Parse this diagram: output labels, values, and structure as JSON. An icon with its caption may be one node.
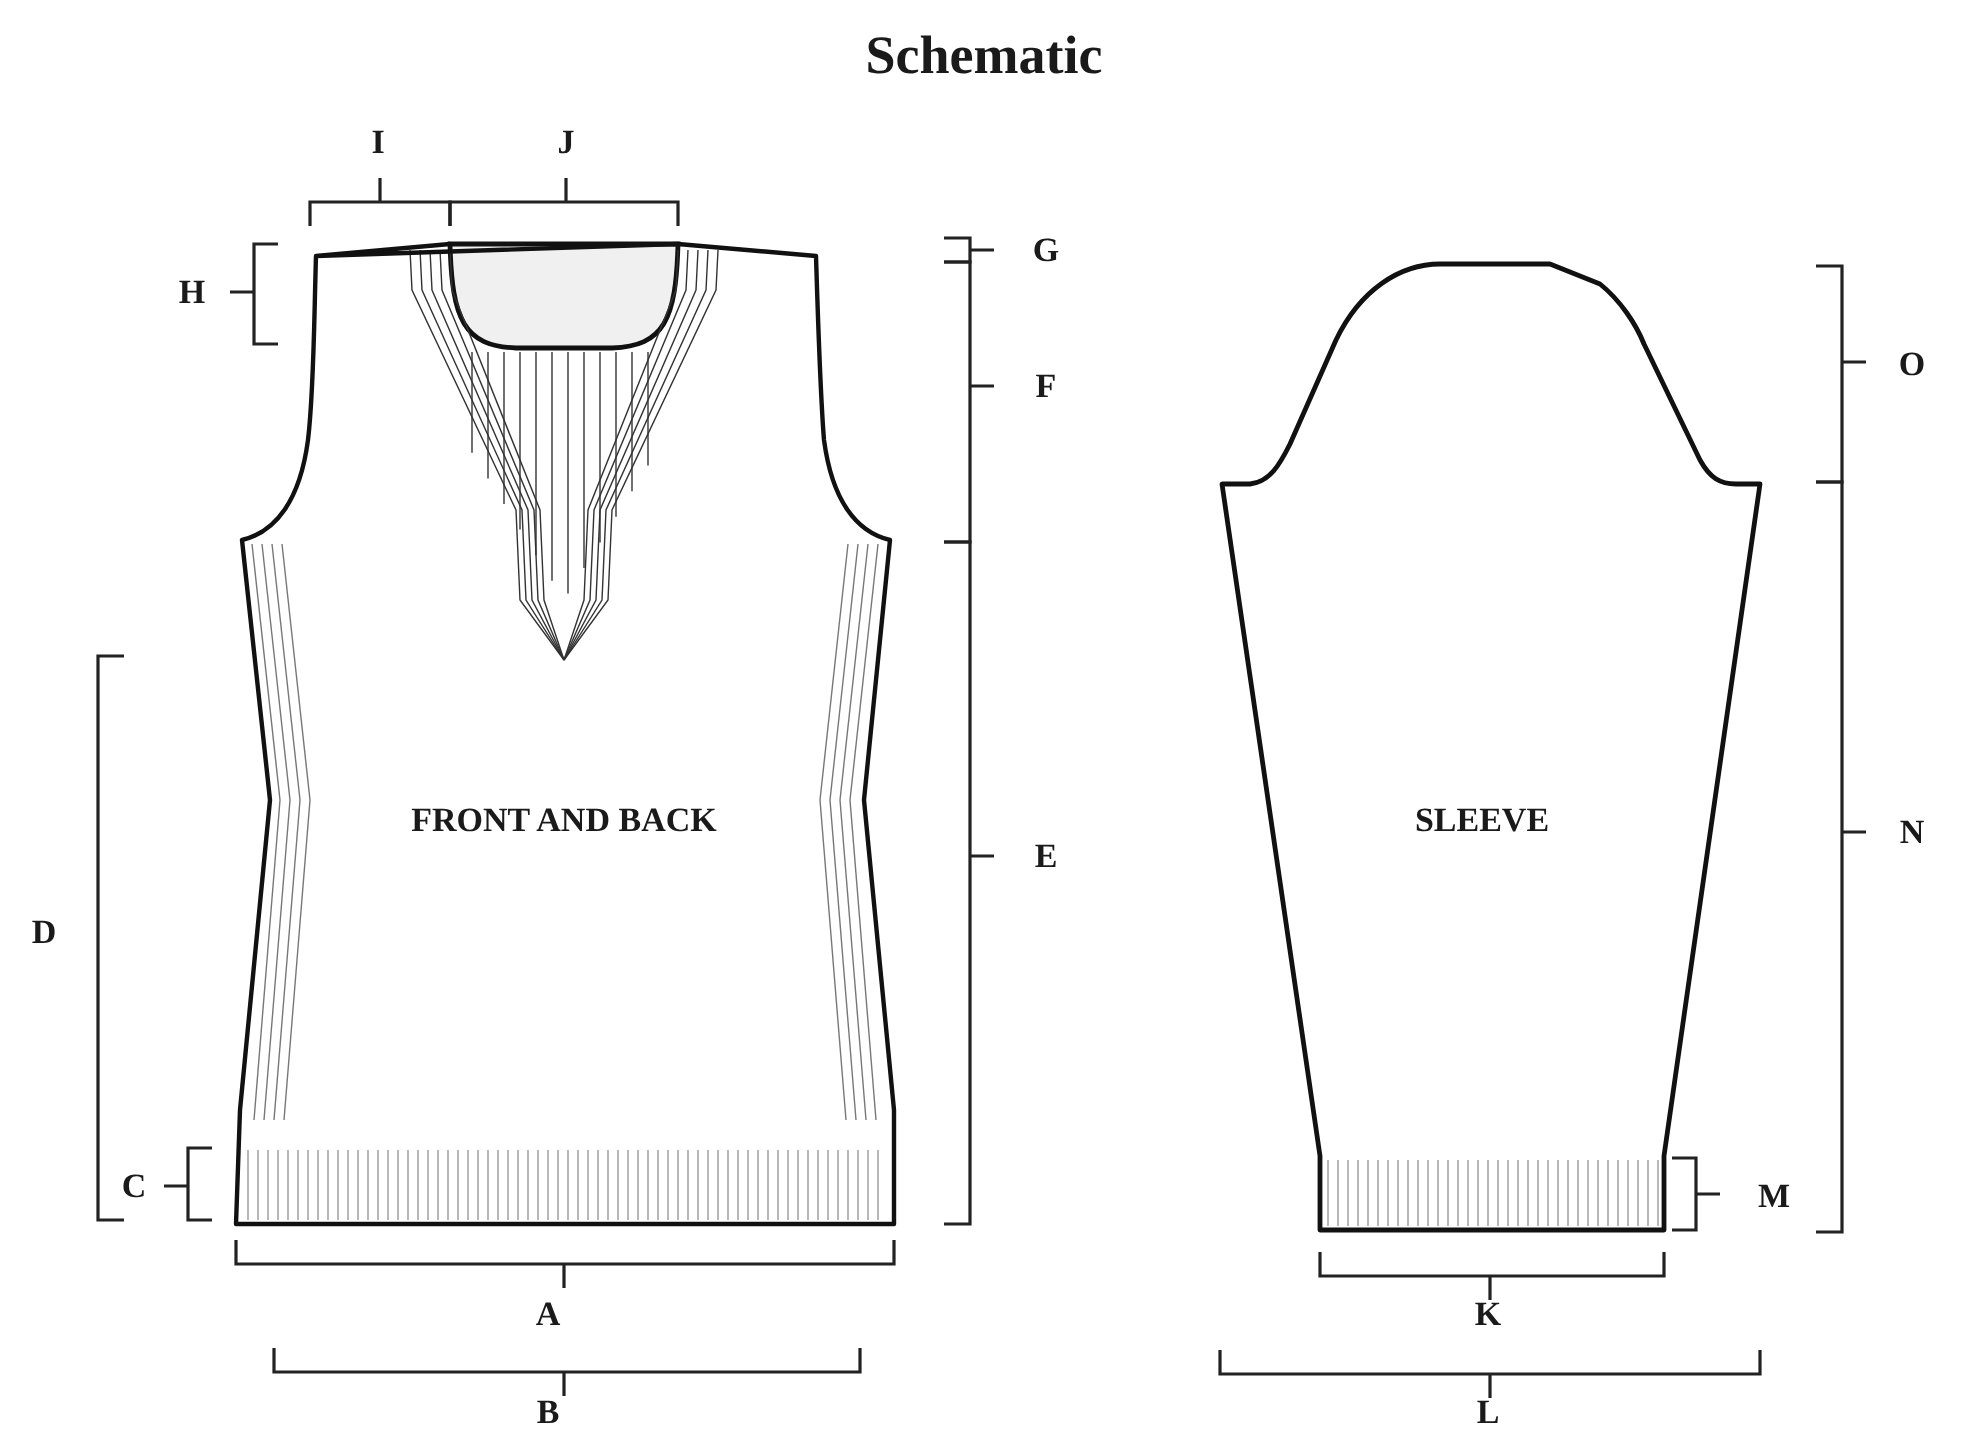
{
  "diagram": {
    "title": "Schematic",
    "nodes": [
      {
        "text": [
          "FRONT AND BACK"
        ]
      },
      {
        "text": [
          "SLEEVE"
        ]
      }
    ],
    "labels": [
      "I",
      "J",
      "G",
      "H",
      "O",
      "F",
      "N",
      "E",
      "D",
      "C",
      "M",
      "A",
      "K",
      "B",
      "L"
    ]
  }
}
